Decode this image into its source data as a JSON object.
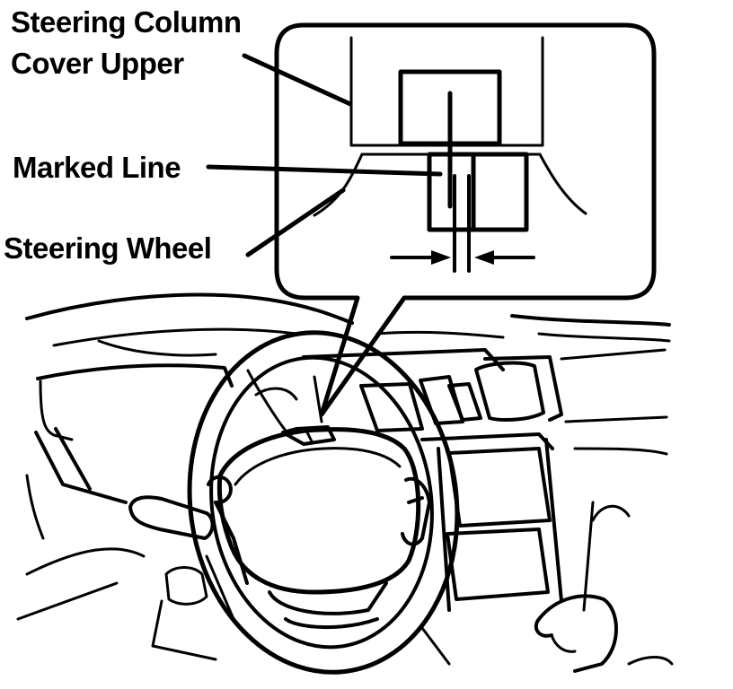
{
  "labels": {
    "steering_column_cover_upper_line1": "Steering Column",
    "steering_column_cover_upper_line2": "Cover Upper",
    "marked_line": "Marked Line",
    "steering_wheel": "Steering Wheel"
  }
}
